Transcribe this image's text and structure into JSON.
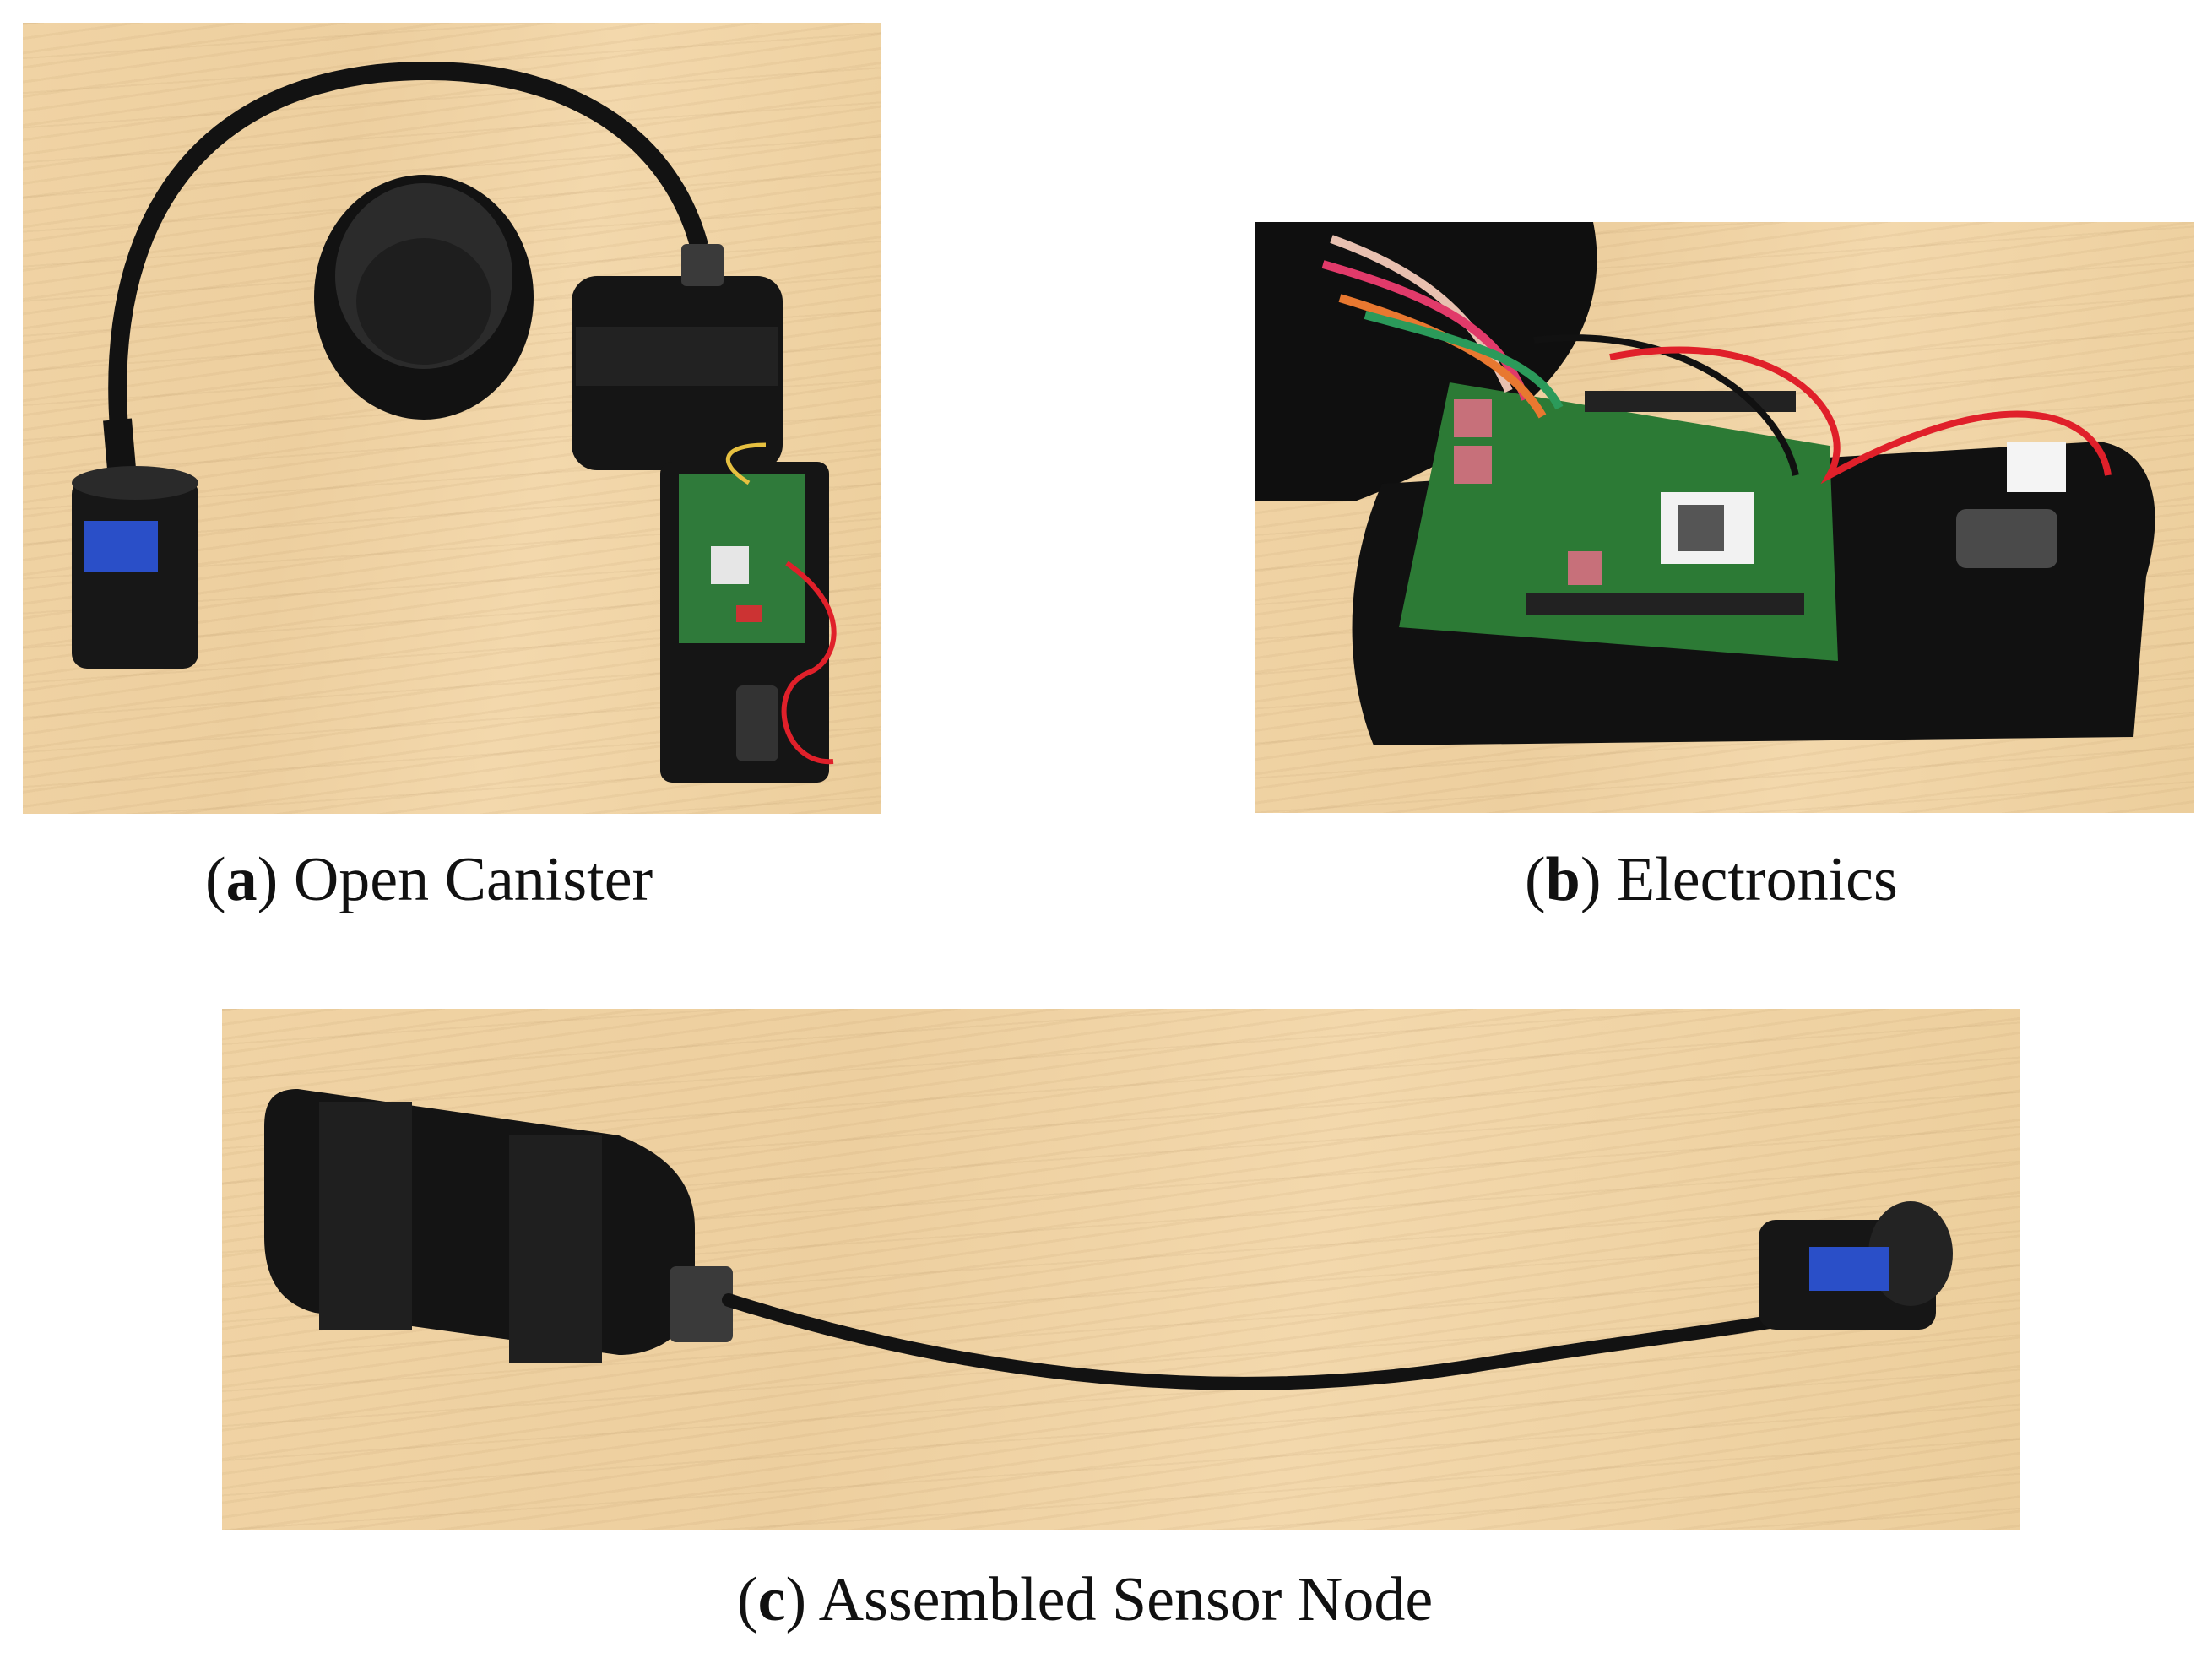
{
  "panels": [
    {
      "letter": "a",
      "caption": "Open Canister"
    },
    {
      "letter": "b",
      "caption": "Electronics"
    },
    {
      "letter": "c",
      "caption": "Assembled Sensor Node"
    }
  ],
  "paren_open": "(",
  "paren_close": ")",
  "colors": {
    "wood": "#efd2a2",
    "canister": "#141414",
    "pcb": "#2f7a3a",
    "wire_red": "#e0202a",
    "tape_blue": "#2a4fc8"
  }
}
